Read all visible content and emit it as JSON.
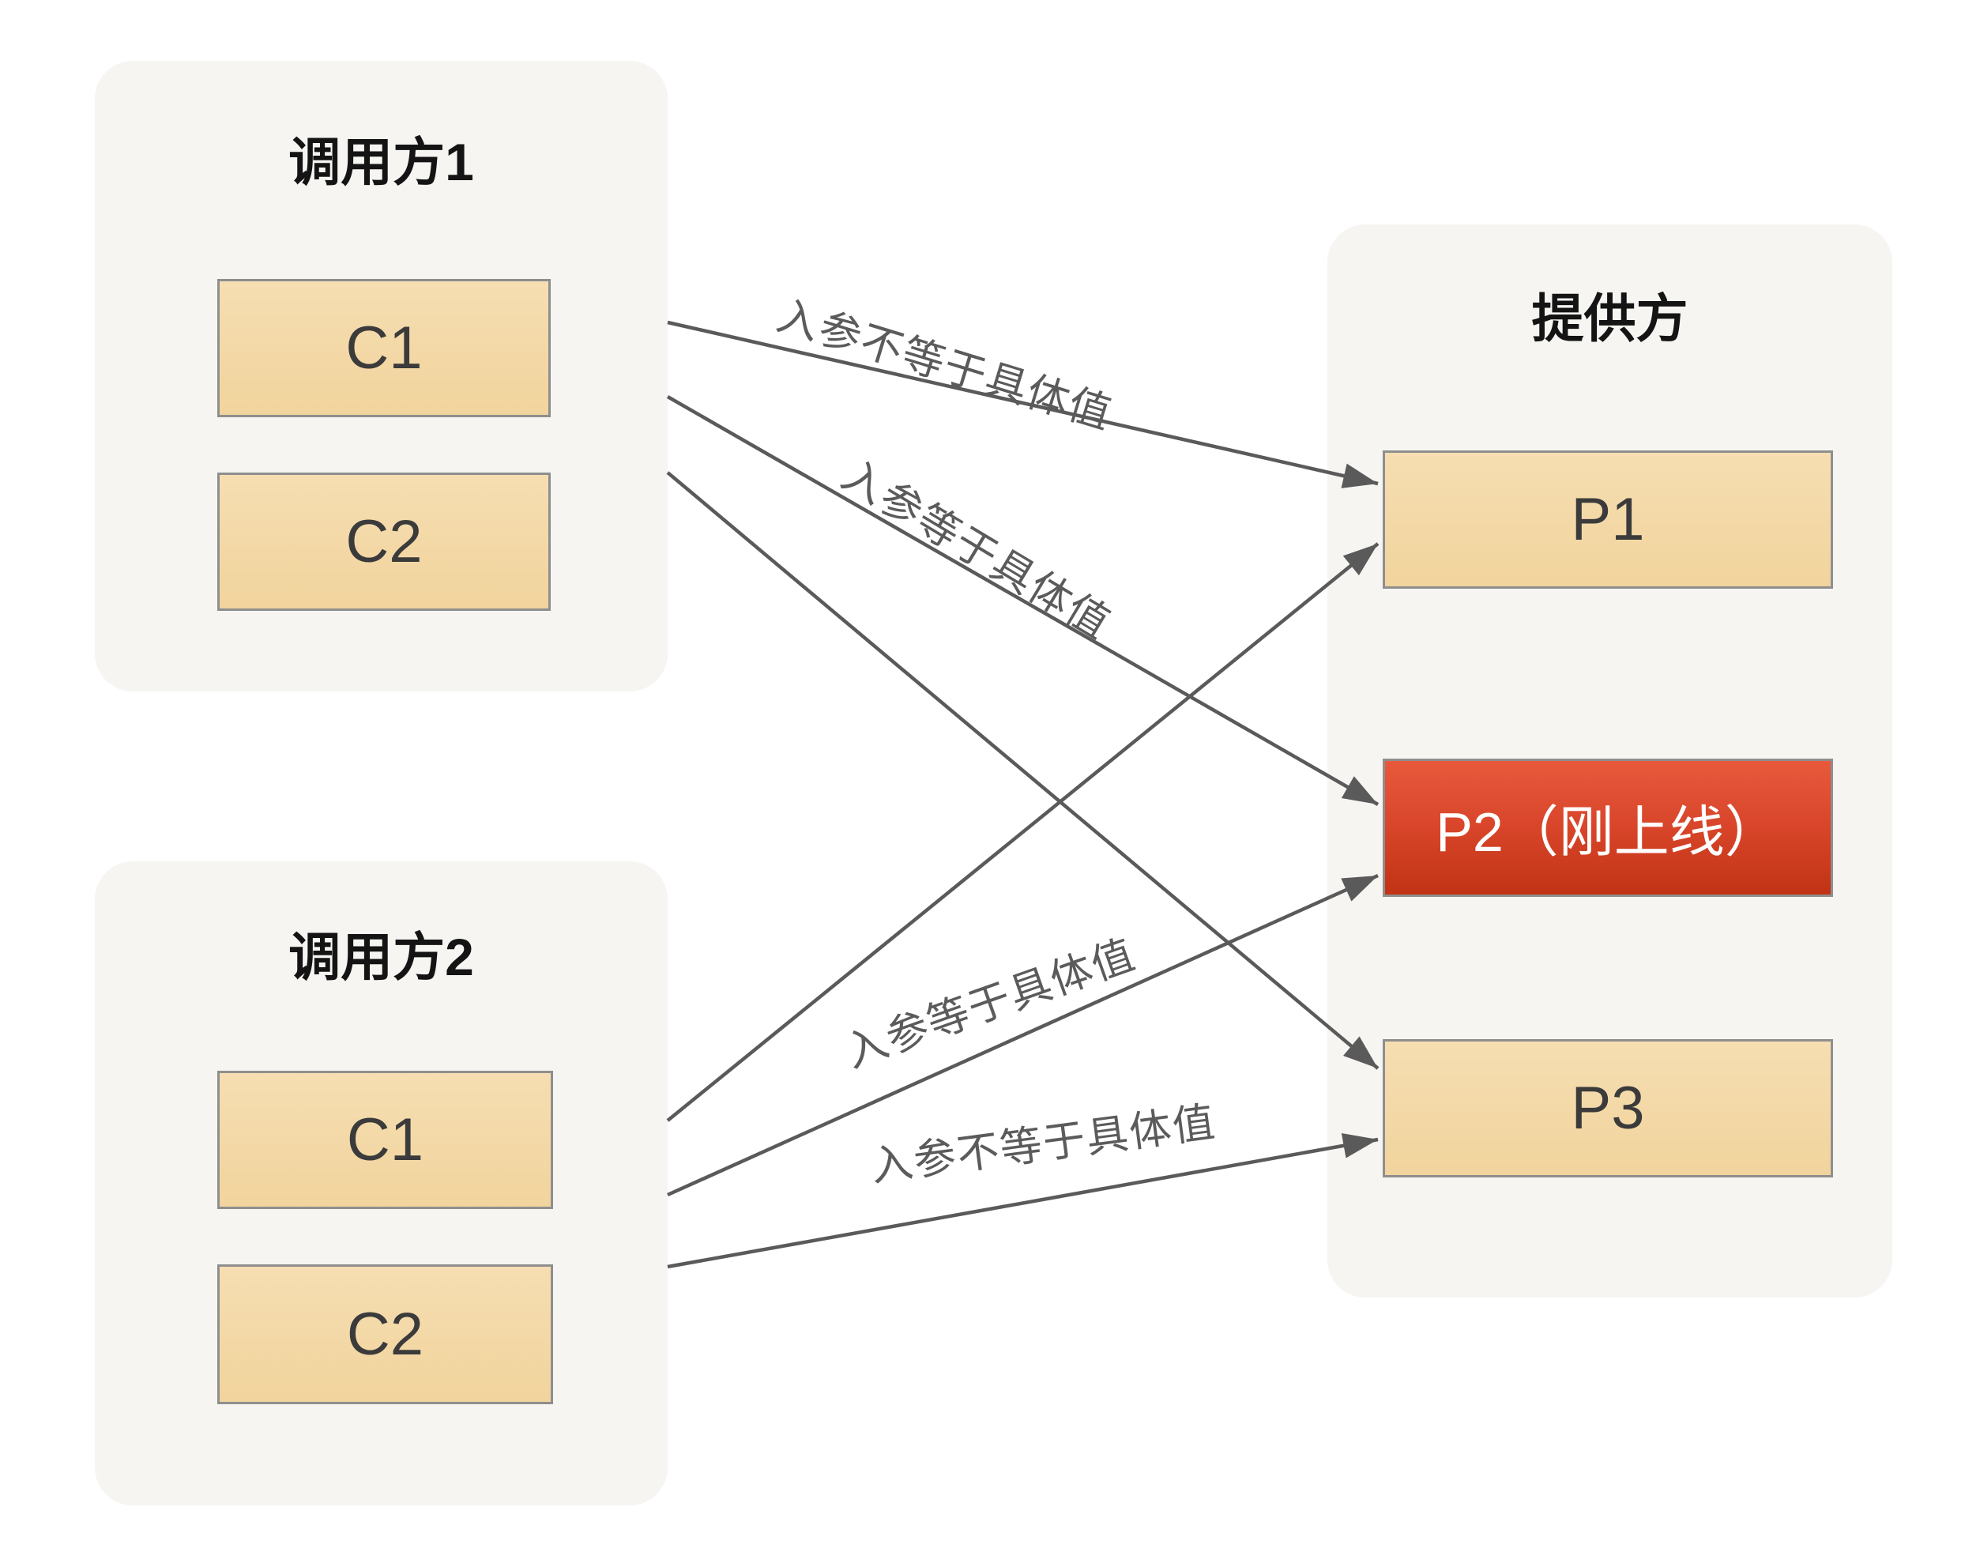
{
  "diagram_title": "",
  "groups": {
    "caller1": {
      "title": "调用方1",
      "boxes": [
        {
          "label": "C1"
        },
        {
          "label": "C2"
        }
      ]
    },
    "caller2": {
      "title": "调用方2",
      "boxes": [
        {
          "label": "C1"
        },
        {
          "label": "C2"
        }
      ]
    },
    "provider": {
      "title": "提供方",
      "boxes": [
        {
          "label": "P1",
          "highlight": false
        },
        {
          "label": "P2（刚上线）",
          "highlight": true
        },
        {
          "label": "P3",
          "highlight": false
        }
      ]
    }
  },
  "edges": [
    {
      "from": "调用方1",
      "to": "P1",
      "label": "入参不等于具体值"
    },
    {
      "from": "调用方1",
      "to": "P2",
      "label": "入参等于具体值"
    },
    {
      "from": "调用方1",
      "to": "P3",
      "label": ""
    },
    {
      "from": "调用方2",
      "to": "P1",
      "label": ""
    },
    {
      "from": "调用方2",
      "to": "P2",
      "label": "入参等于具体值"
    },
    {
      "from": "调用方2",
      "to": "P3",
      "label": "入参不等于具体值"
    }
  ],
  "colors": {
    "bg": "#FFFFFF",
    "group-fill": "#F6F5F2",
    "box-fill-top": "#F6DEB2",
    "box-fill-bottom": "#F1D49D",
    "box-border": "#8E8E8E",
    "box-text": "#3B3B3B",
    "title-text": "#141414",
    "red-top": "#E8593C",
    "red-bottom": "#C13314",
    "line": "#5A5A5A",
    "label-text": "#5B5B5B"
  }
}
